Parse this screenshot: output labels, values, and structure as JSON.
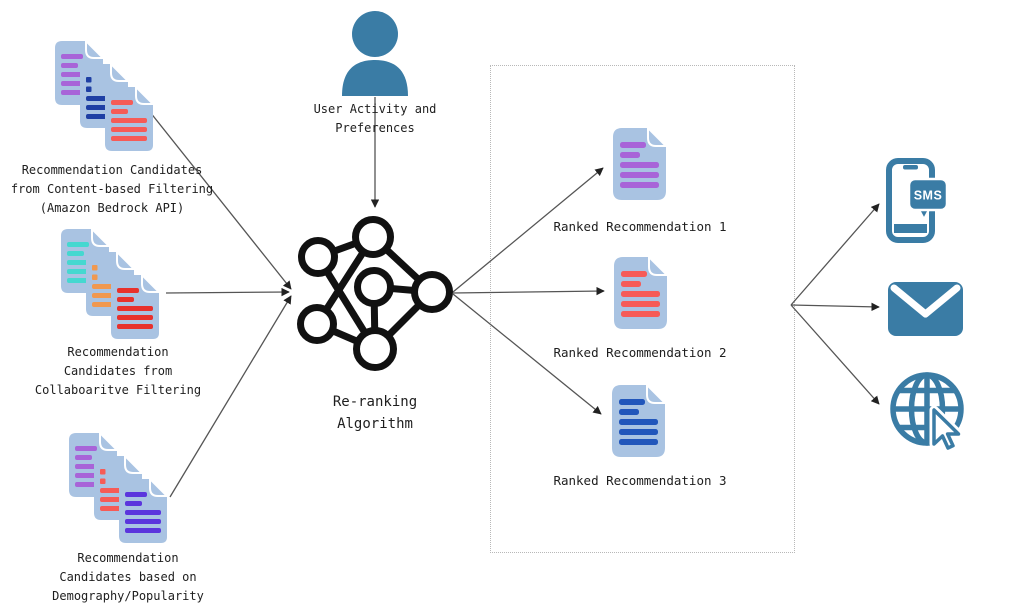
{
  "diagram": {
    "title_hint": "recommendation re-ranking pipeline",
    "background": "#ffffff",
    "accent_color": "#3a7ca5",
    "doc_fill_color": "#a9c3e2",
    "sources": [
      {
        "icon": "document-stack-icon",
        "label": "Recommendation Candidates\nfrom Content-based Filtering\n(Amazon Bedrock API)",
        "line_colors": [
          "#a864d8",
          "#1e3fa4",
          "#f65b57"
        ]
      },
      {
        "icon": "document-stack-icon",
        "label": "Recommendation\nCandidates from\nCollaboaritve Filtering",
        "line_colors": [
          "#45d8d0",
          "#f0984f",
          "#e8312c"
        ]
      },
      {
        "icon": "document-stack-icon",
        "label": "Recommendation\nCandidates based on\nDemography/Popularity",
        "line_colors": [
          "#a864d8",
          "#f65b57",
          "#5b35dd"
        ]
      }
    ],
    "user_input": {
      "icon": "user-icon",
      "label": "User Activity and\nPreferences"
    },
    "processor": {
      "icon": "neural-network-icon",
      "label": "Re-ranking\nAlgorithm"
    },
    "ranked_outputs": [
      {
        "icon": "document-icon",
        "label": "Ranked Recommendation 1",
        "line_color": "#a864d8"
      },
      {
        "icon": "document-icon",
        "label": "Ranked Recommendation 2",
        "line_color": "#f65b57"
      },
      {
        "icon": "document-icon",
        "label": "Ranked Recommendation 3",
        "line_color": "#2156bb"
      }
    ],
    "delivery_channels": [
      {
        "name": "sms",
        "icon": "sms-phone-icon",
        "badge": "SMS"
      },
      {
        "name": "email",
        "icon": "envelope-icon"
      },
      {
        "name": "web",
        "icon": "globe-cursor-icon"
      }
    ]
  }
}
